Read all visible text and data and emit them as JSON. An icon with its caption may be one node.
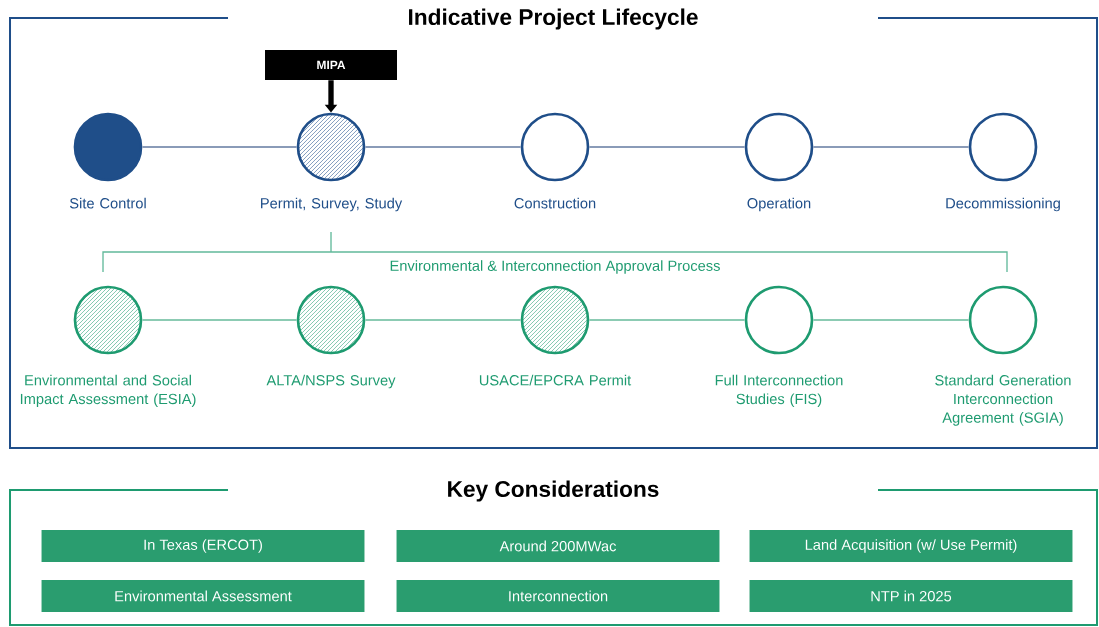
{
  "diagram": {
    "nodes": [
      {
        "text": [
          "Indicative Project Lifecycle"
        ]
      },
      {
        "text": [
          "MIPA"
        ],
        "in": 0
      },
      {
        "text": [
          "Site Control"
        ],
        "in": 0
      },
      {
        "text": [
          "Permit, Survey, Study"
        ],
        "in": 0
      },
      {
        "text": [
          "Construction"
        ],
        "in": 0
      },
      {
        "text": [
          "Operation"
        ],
        "in": 0
      },
      {
        "text": [
          "Decommissioning"
        ],
        "in": 0
      },
      {
        "text": [
          "Environmental and Social Impact Assessment (ESIA)"
        ],
        "in": 0
      },
      {
        "text": [
          "ALTA/NSPS Survey"
        ],
        "in": 0
      },
      {
        "text": [
          "USACE/EPCRA Permit"
        ],
        "in": 0
      },
      {
        "text": [
          "Full Interconnection Studies (FIS)"
        ],
        "in": 0
      },
      {
        "text": [
          "Standard Generation Interconnection Agreement (SGIA)"
        ],
        "in": 0
      },
      {
        "text": [
          "Key Considerations"
        ]
      },
      {
        "text": [
          "In Texas (ERCOT)"
        ],
        "in": 12
      },
      {
        "text": [
          "Around 200MWac"
        ],
        "in": 12
      },
      {
        "text": [
          "Land Acquisition (w/ Use Permit)"
        ],
        "in": 12
      },
      {
        "text": [
          "Environmental Assessment"
        ],
        "in": 12
      },
      {
        "text": [
          "Interconnection"
        ],
        "in": 12
      },
      {
        "text": [
          "NTP in 2025"
        ],
        "in": 12
      }
    ],
    "edges": [
      {
        "from": 1,
        "to": 3,
        "arrow": "to",
        "style": "thick",
        "color": "#000000"
      },
      {
        "from": 2,
        "to": 3,
        "arrow": "none",
        "color": "#8a9bb8"
      },
      {
        "from": 3,
        "to": 4,
        "arrow": "none",
        "color": "#8a9bb8"
      },
      {
        "from": 4,
        "to": 5,
        "arrow": "none",
        "color": "#8a9bb8"
      },
      {
        "from": 5,
        "to": 6,
        "arrow": "none",
        "color": "#8a9bb8"
      },
      {
        "from": 7,
        "to": 8,
        "arrow": "none",
        "color": "#8ccbb3"
      },
      {
        "from": 8,
        "to": 9,
        "arrow": "none",
        "color": "#8ccbb3"
      },
      {
        "from": 9,
        "to": 10,
        "arrow": "none",
        "color": "#8ccbb3"
      },
      {
        "from": 10,
        "to": 11,
        "arrow": "none",
        "color": "#8ccbb3"
      }
    ],
    "labels": [
      "Environmental & Interconnection Approval Process"
    ]
  }
}
